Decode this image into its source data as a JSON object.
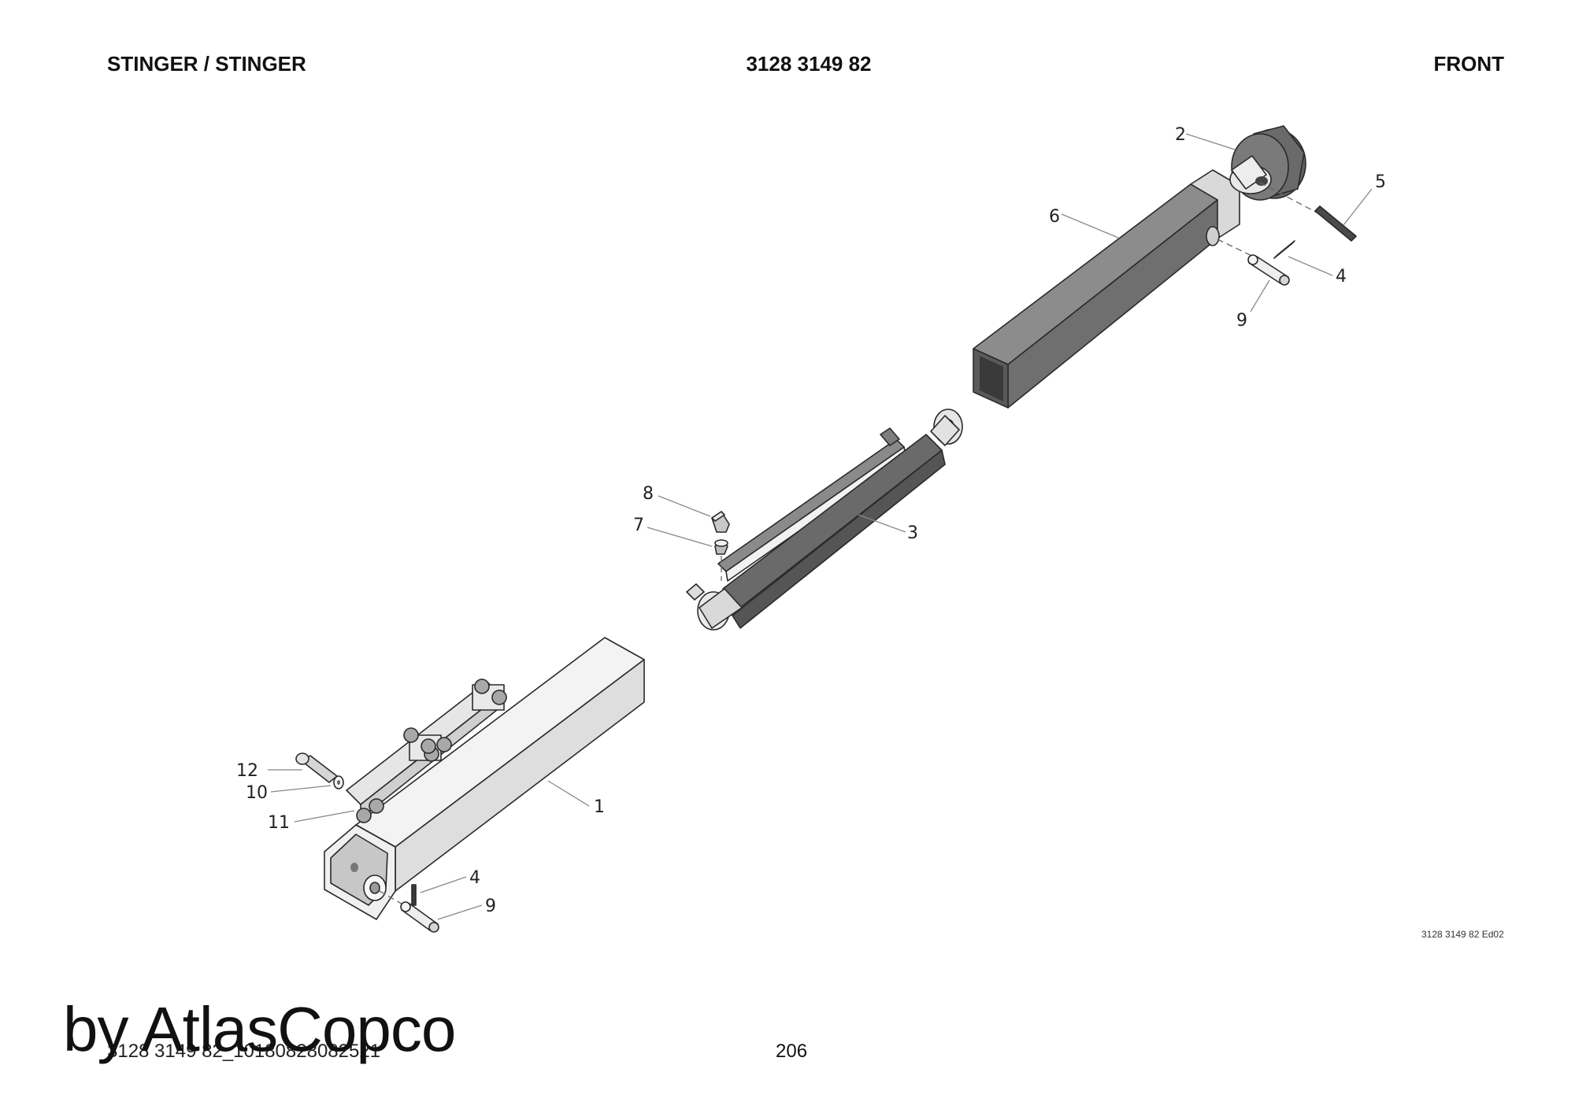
{
  "header": {
    "title": "STINGER / STINGER",
    "part_number": "3128 3149 82",
    "view": "FRONT"
  },
  "callouts": {
    "c1": "1",
    "c2": "2",
    "c3": "3",
    "c4a": "4",
    "c4b": "4",
    "c5": "5",
    "c6": "6",
    "c7": "7",
    "c8": "8",
    "c9a": "9",
    "c9b": "9",
    "c10": "10",
    "c11": "11",
    "c12": "12"
  },
  "drawing_ref": "3128 3149 82 Ed02",
  "footer": {
    "file_id": "3128 3149 82_10180828082521",
    "page": "206"
  },
  "watermark": "by AtlasCopco",
  "colors": {
    "dark_part": "#6e6e6e",
    "mid_part": "#8a8a8a",
    "light_part": "#e2e2e2",
    "outline": "#2a2a2a",
    "leader": "#888888"
  }
}
